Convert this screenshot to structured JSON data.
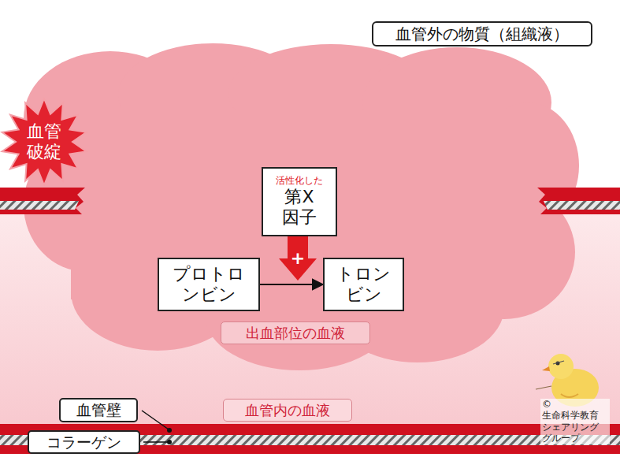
{
  "diagram": {
    "nodes": [
      {
        "text": [
          "血管外の物質（組織液）"
        ]
      },
      {
        "text": [
          "血管 破綻"
        ]
      },
      {
        "text": [
          "活性化した",
          "第X 因子"
        ]
      },
      {
        "text": [
          "プロトロ ンビン"
        ]
      },
      {
        "text": [
          "トロン ビン"
        ]
      },
      {
        "text": [
          "出血部位の血液"
        ]
      },
      {
        "text": [
          "血管壁"
        ]
      },
      {
        "text": [
          "血管内の血液"
        ]
      },
      {
        "text": [
          "コラーゲン"
        ]
      }
    ],
    "edges": [
      {
        "from": 3,
        "to": 4,
        "arrow": "to"
      }
    ],
    "labels": [
      "+",
      "© 生命科学教育 シェアリング グループ"
    ]
  }
}
